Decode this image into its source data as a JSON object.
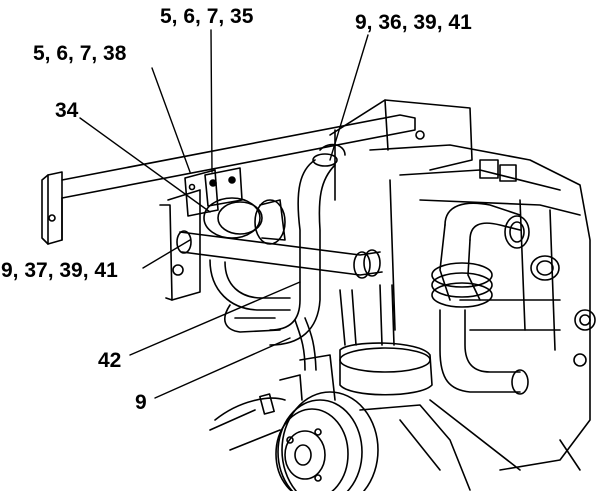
{
  "callouts": {
    "c35": "5, 6, 7, 35",
    "c36": "9, 36, 39, 41",
    "c38": "5, 6, 7, 38",
    "c34": "34",
    "c37": "9, 37, 39, 41",
    "c42": "42",
    "c9": "9"
  },
  "colors": {
    "ink": "#000000",
    "paper": "#ffffff"
  }
}
